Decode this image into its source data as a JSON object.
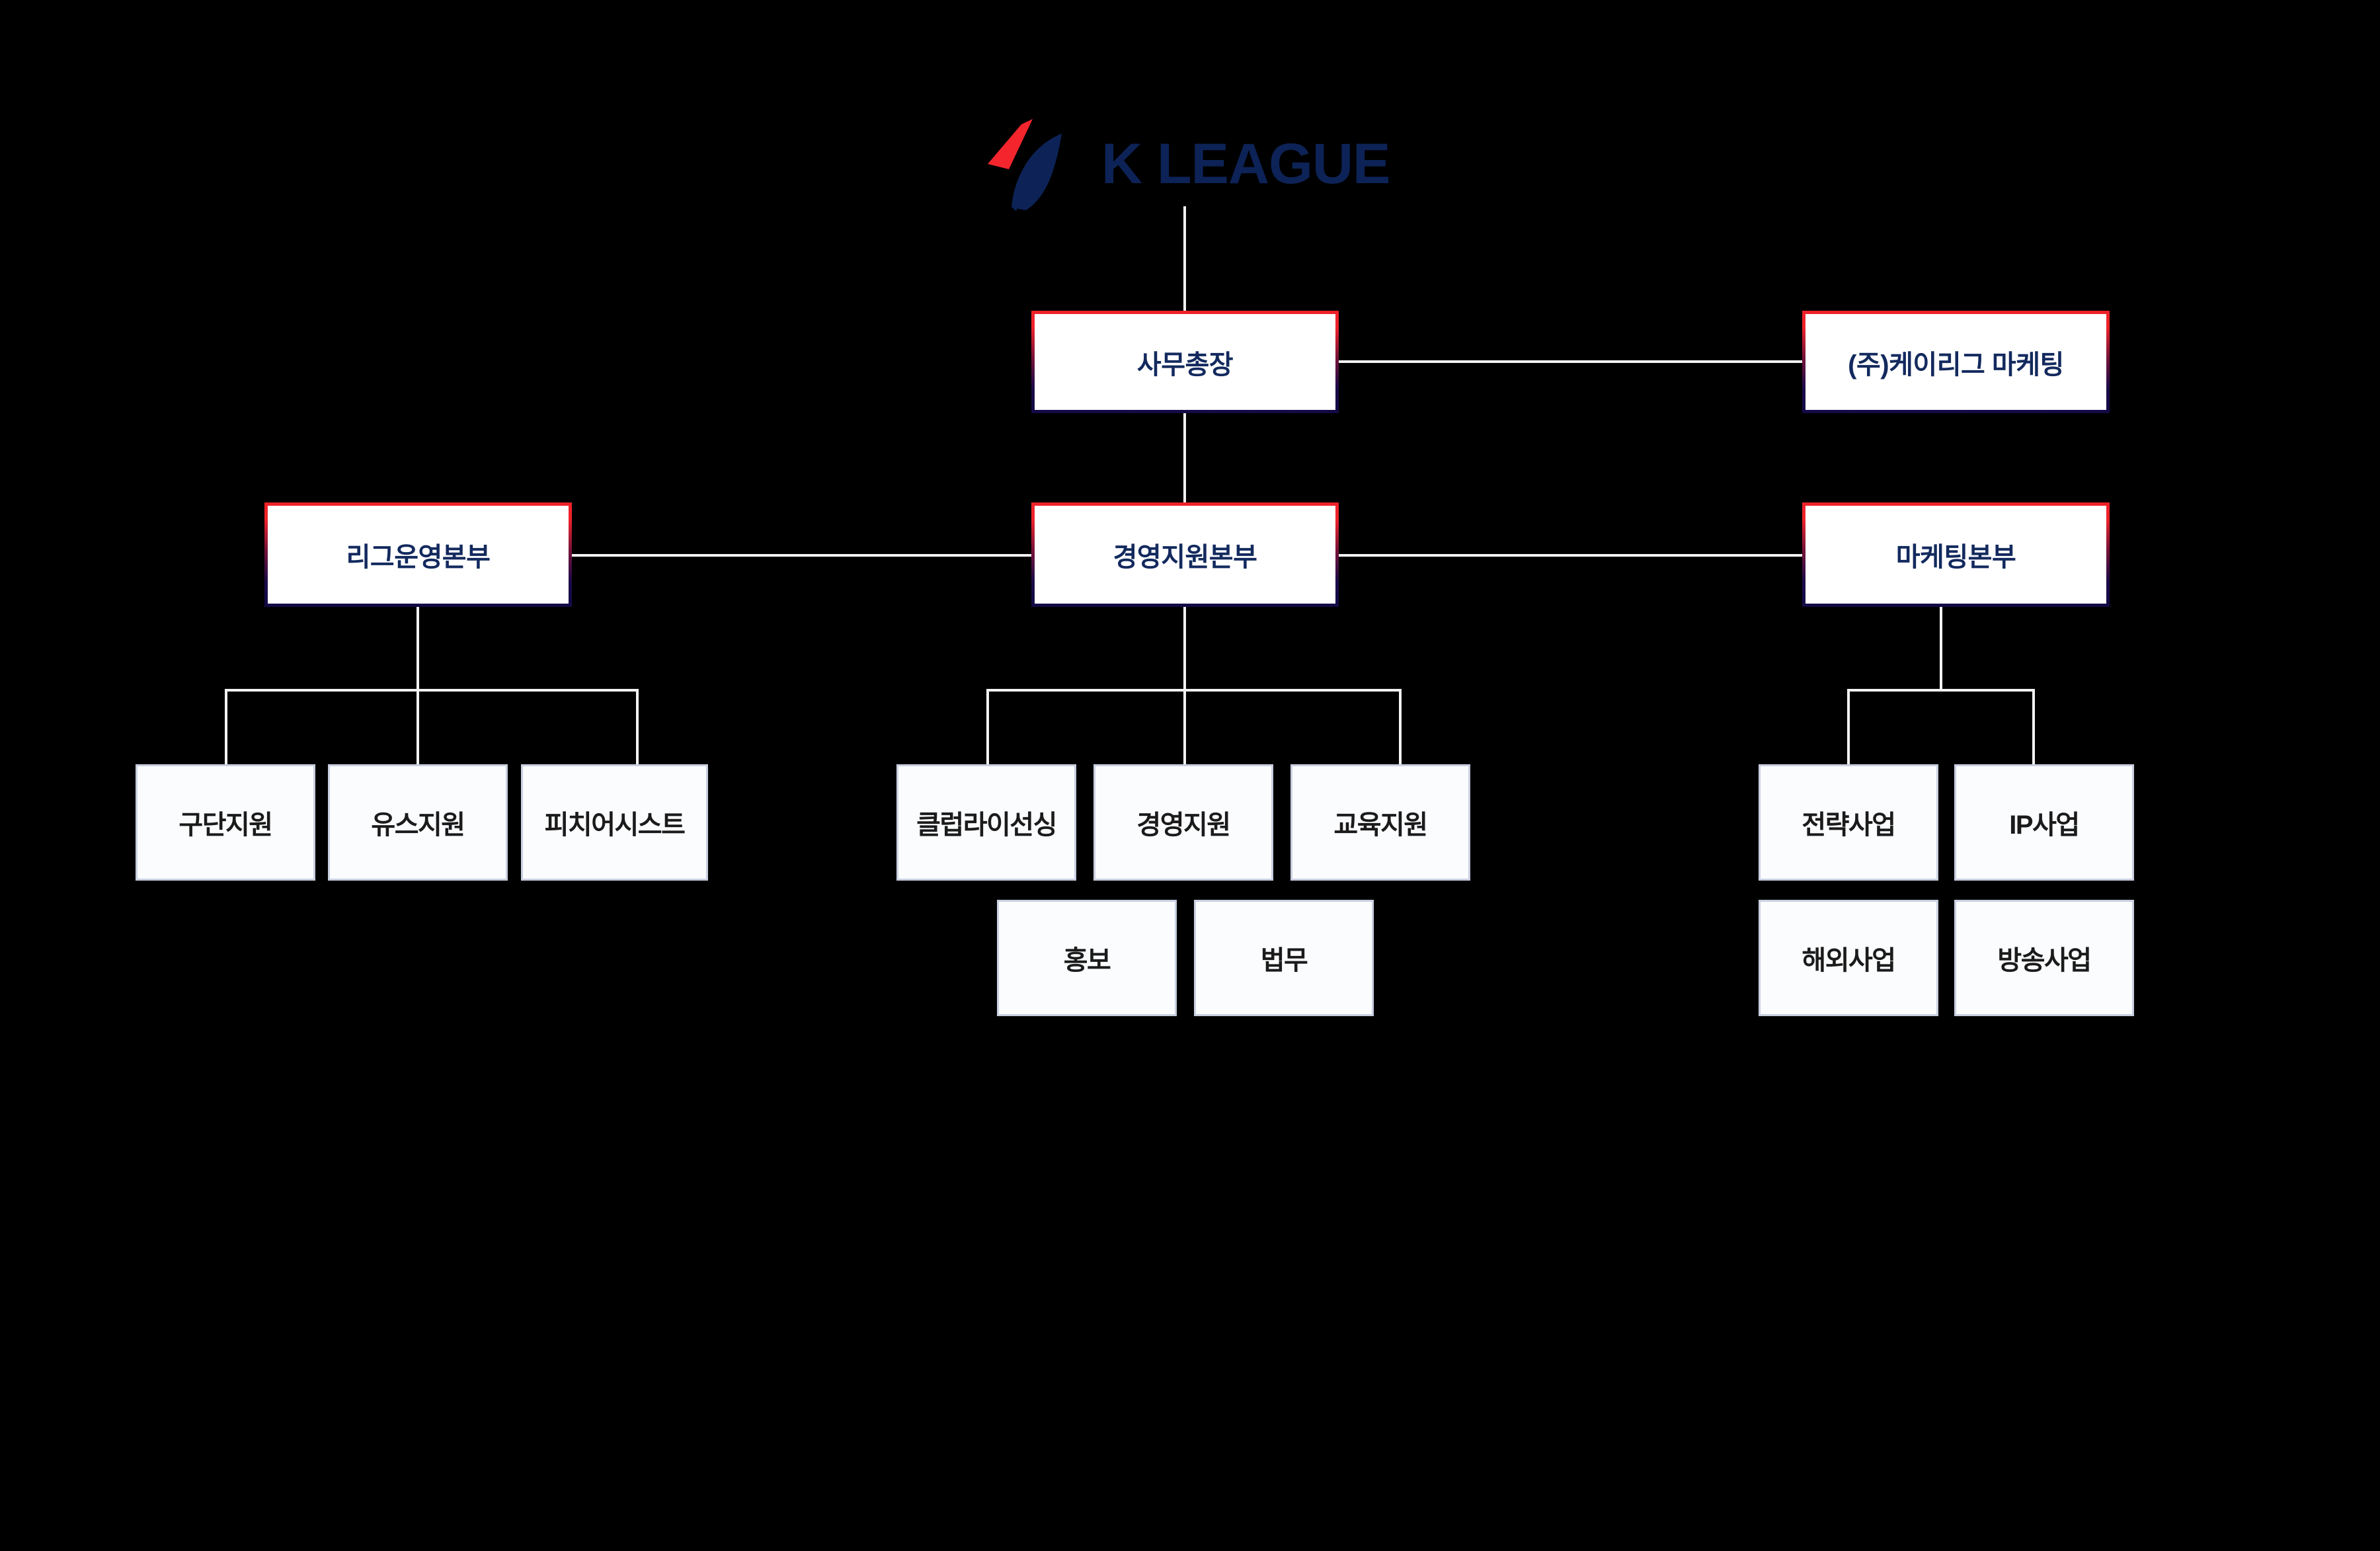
{
  "brand": {
    "logo_icon": "k-league-star-logo",
    "logo_text": "K LEAGUE",
    "accent_red": "#ee2229",
    "accent_navy": "#0d2357",
    "connector_color": "#f2f2f2",
    "background": "#000000",
    "leaf_border": "#c8cfe0"
  },
  "chart": {
    "root": {
      "label": "사무총장"
    },
    "affiliate": {
      "label": "(주)케이리그 마케팅"
    },
    "divisions": [
      {
        "label": "리그운영본부",
        "teams": [
          {
            "label": "구단지원"
          },
          {
            "label": "유스지원"
          },
          {
            "label": "피치어시스트"
          }
        ]
      },
      {
        "label": "경영지원본부",
        "teams": [
          {
            "label": "클럽라이선싱"
          },
          {
            "label": "경영지원"
          },
          {
            "label": "교육지원"
          },
          {
            "label": "홍보"
          },
          {
            "label": "법무"
          }
        ]
      },
      {
        "label": "마케팅본부",
        "teams": [
          {
            "label": "전략사업"
          },
          {
            "label": "IP사업"
          },
          {
            "label": "해외사업"
          },
          {
            "label": "방송사업"
          }
        ]
      }
    ]
  }
}
